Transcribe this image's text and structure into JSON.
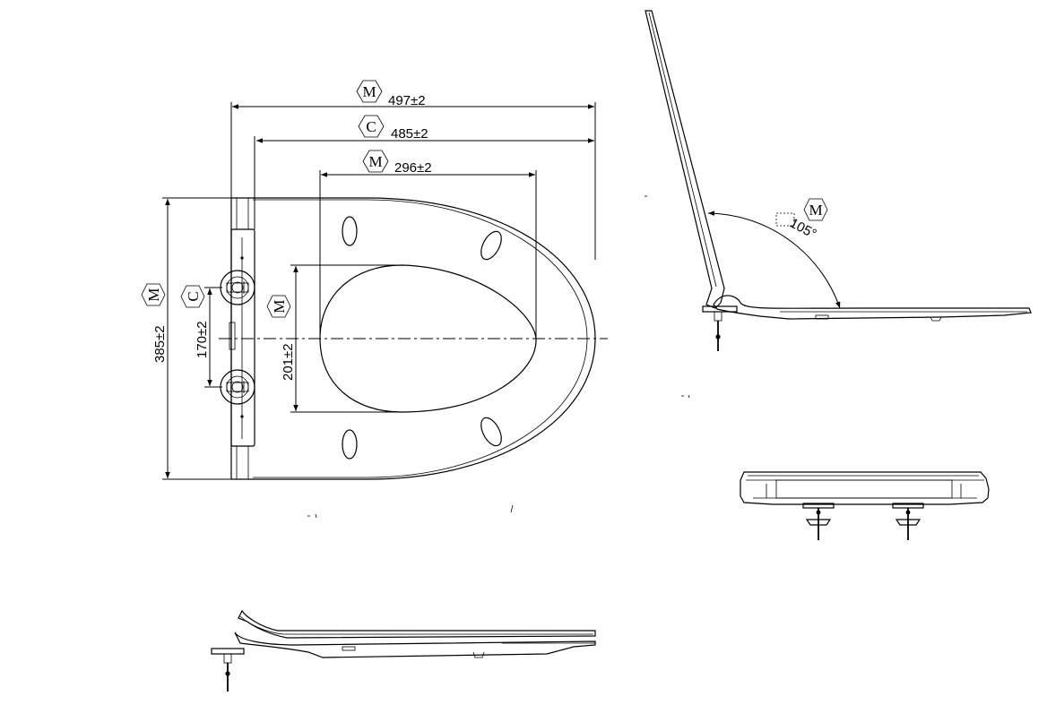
{
  "dimensions": {
    "overall_length": {
      "badge": "M",
      "value": "497±2"
    },
    "length_c": {
      "badge": "C",
      "value": "485±2"
    },
    "opening_length": {
      "badge": "M",
      "value": "296±2"
    },
    "overall_width": {
      "badge": "M",
      "value": "385±2"
    },
    "hinge_spacing": {
      "badge": "C",
      "value": "170±2"
    },
    "opening_width": {
      "badge": "M",
      "value": "201±2"
    },
    "open_angle": {
      "badge": "M",
      "value": "105°"
    }
  },
  "colors": {
    "line": "#000000",
    "background": "#ffffff"
  }
}
